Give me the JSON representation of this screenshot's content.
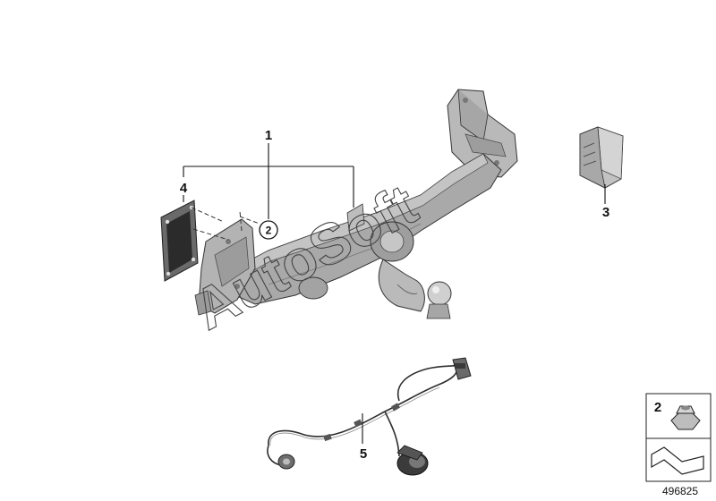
{
  "callouts": {
    "tow_hitch": "1",
    "nut": "2",
    "control_module": "3",
    "gasket_plate": "4",
    "wiring_harness": "5"
  },
  "legend": {
    "nut_label": "2"
  },
  "watermark": "AutoSoft",
  "reference_number": "496825"
}
